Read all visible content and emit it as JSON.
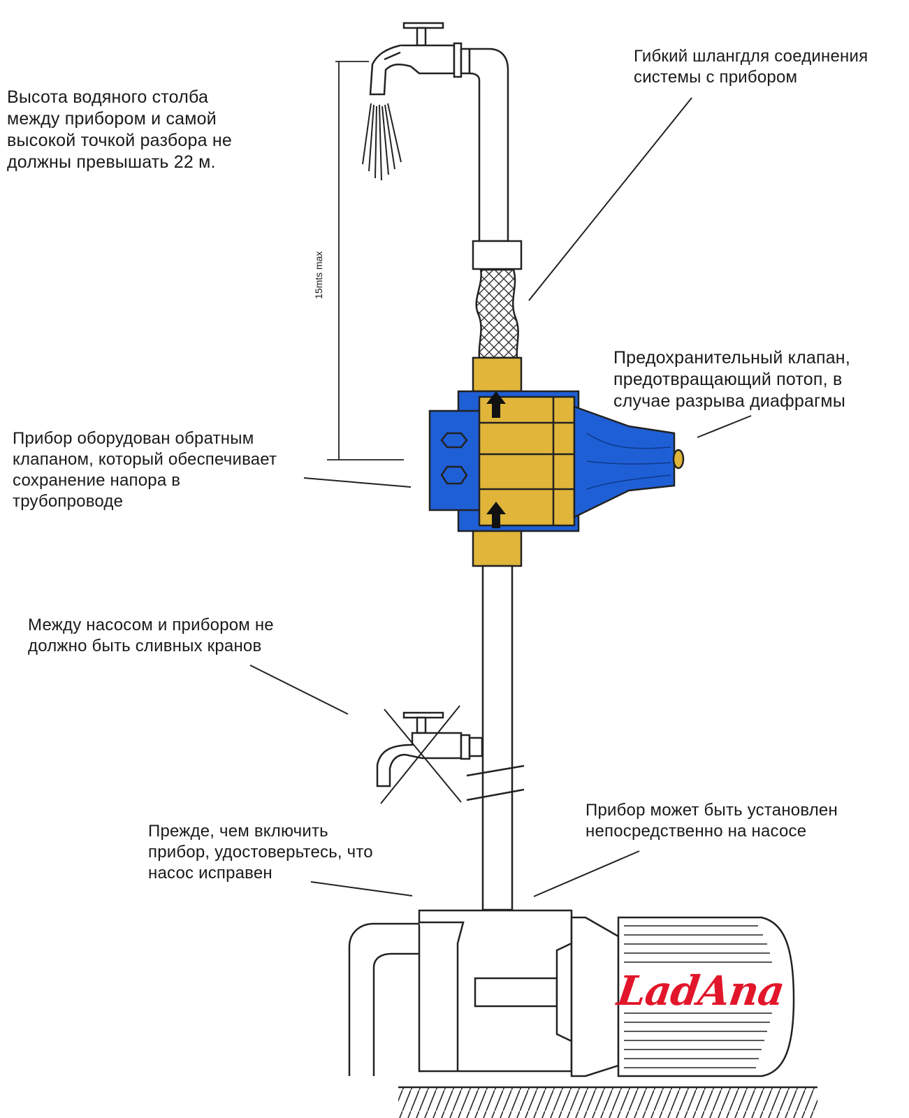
{
  "annotations": {
    "column_height": [
      "Высота водяного столба",
      "между прибором и самой",
      "высокой точкой разбора не",
      "должны превышать 22 м."
    ],
    "flex_hose": [
      "Гибкий шлангдля соединения",
      "системы с прибором"
    ],
    "safety_valve": [
      "Предохранительный клапан,",
      "предотвращающий потоп, в",
      "случае разрыва диафрагмы"
    ],
    "check_valve": [
      "Прибор оборудован обратным",
      "клапаном, который обеспечивает",
      "сохранение напора  в",
      "трубопроводе"
    ],
    "no_drain": [
      "Между насосом и прибором не",
      "должно быть  сливных кранов"
    ],
    "pump_check": [
      "Прежде, чем включить",
      "прибор, удостоверьтесь, что",
      "насос исправен"
    ],
    "direct_mount": [
      "Прибор может быть установлен",
      "непосредственно на насосе"
    ]
  },
  "dimension_label": "15mts max",
  "brand": "LadAna",
  "colors": {
    "device_blue": "#1f5fd6",
    "device_gold": "#e0b53a",
    "brand_red": "#e2162a",
    "line": "#222222"
  },
  "icons": [
    "tap-icon",
    "crossed-drain-tap-icon",
    "up-arrow-icon",
    "pump-motor-icon"
  ]
}
